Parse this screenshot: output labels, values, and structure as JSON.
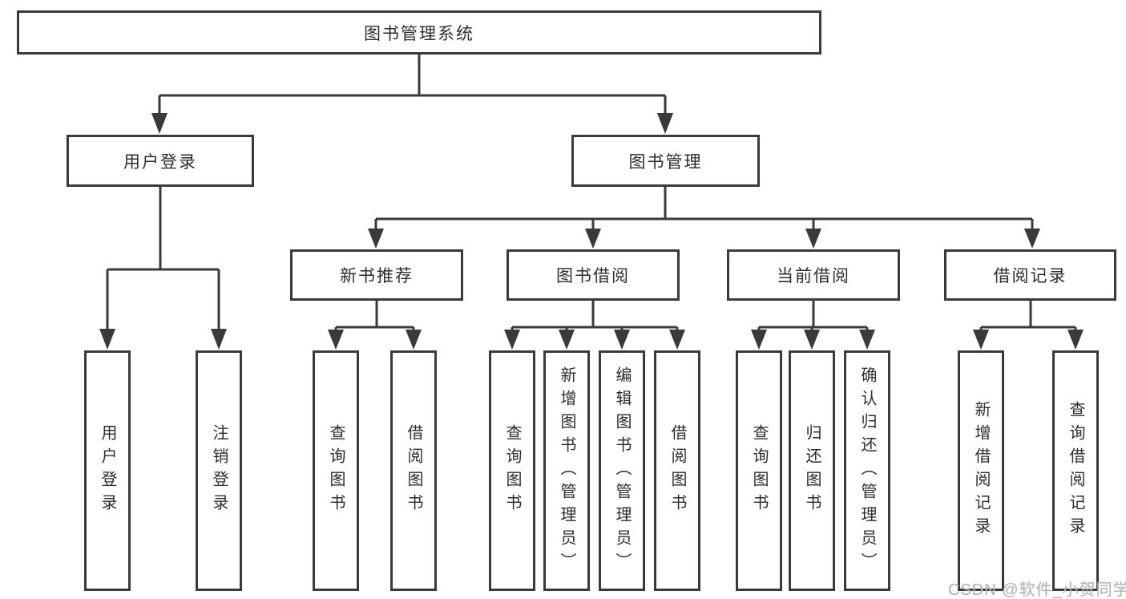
{
  "diagram_type": "tree",
  "colors": {
    "line": "#3a3a3a",
    "text": "#2d2d2d",
    "muted": "#b5b5b5",
    "bg": "#ffffff"
  },
  "watermark": "CSDN @软件_小贺同学",
  "tree": {
    "label": "图书管理系统",
    "children": [
      {
        "label": "用户登录",
        "children": [
          {
            "label": "用户登录"
          },
          {
            "label": "注销登录"
          }
        ]
      },
      {
        "label": "图书管理",
        "children": [
          {
            "label": "新书推荐",
            "children": [
              {
                "label": "查询图书"
              },
              {
                "label": "借阅图书"
              }
            ]
          },
          {
            "label": "图书借阅",
            "children": [
              {
                "label": "查询图书"
              },
              {
                "label": "新增图书（管理员）"
              },
              {
                "label": "编辑图书（管理员）"
              },
              {
                "label": "借阅图书"
              }
            ]
          },
          {
            "label": "当前借阅",
            "children": [
              {
                "label": "查询图书"
              },
              {
                "label": "归还图书"
              },
              {
                "label": "确认归还（管理员）"
              }
            ]
          },
          {
            "label": "借阅记录",
            "children": [
              {
                "label": "新增借阅记录"
              },
              {
                "label": "查询借阅记录"
              }
            ]
          }
        ]
      }
    ]
  }
}
